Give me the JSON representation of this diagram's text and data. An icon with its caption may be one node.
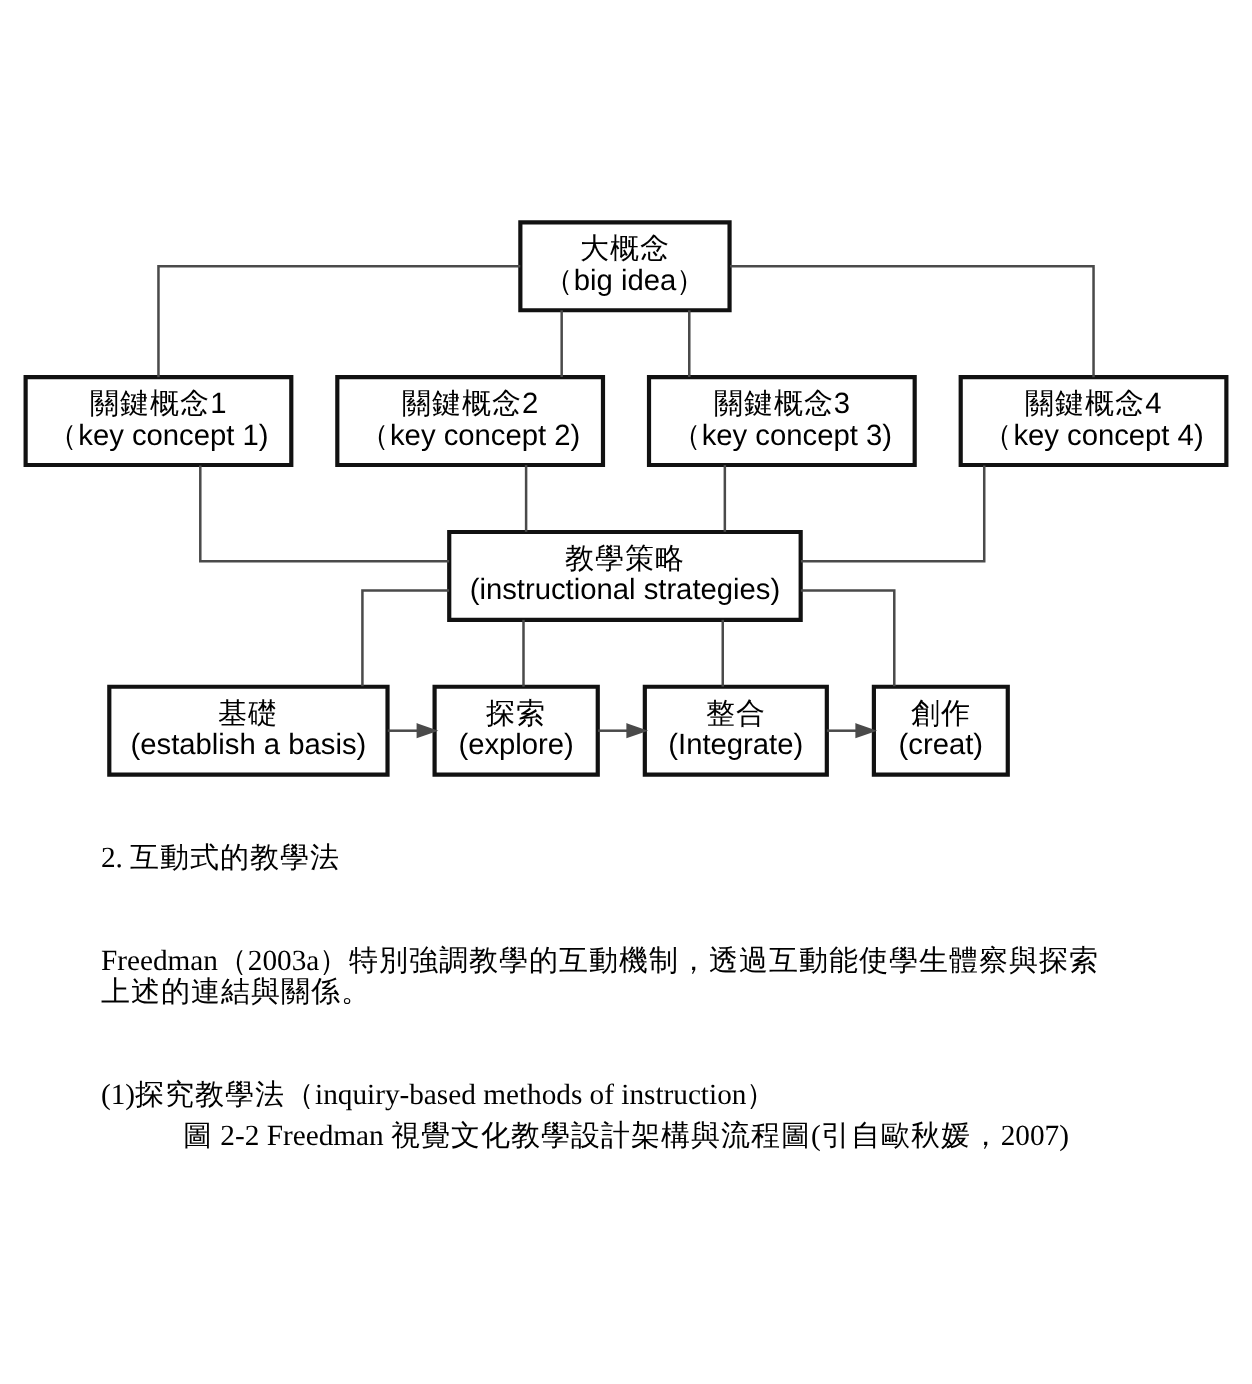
{
  "diagram": {
    "caption": "圖 2-2 Freedman 視覺文化教學設計架構與流程圖(引自歐秋媛，2007)",
    "nodes": [
      {
        "text": [
          "大概念",
          "（big idea）"
        ]
      },
      {
        "text": [
          "關鍵概念1",
          "（key concept 1)"
        ]
      },
      {
        "text": [
          "關鍵概念2",
          "（key concept 2)"
        ]
      },
      {
        "text": [
          "關鍵概念3",
          "（key concept 3)"
        ]
      },
      {
        "text": [
          "關鍵概念4",
          "（key concept 4)"
        ]
      },
      {
        "text": [
          "教學策略",
          "(instructional strategies)"
        ]
      },
      {
        "text": [
          "基礎",
          "(establish a basis)"
        ]
      },
      {
        "text": [
          "探索",
          "(explore)"
        ]
      },
      {
        "text": [
          "整合",
          "(Integrate)"
        ]
      },
      {
        "text": [
          "創作",
          "(creat)"
        ]
      }
    ],
    "edges": [
      {
        "from": 0,
        "to": 1,
        "arrow": "none"
      },
      {
        "from": 0,
        "to": 2,
        "arrow": "none"
      },
      {
        "from": 0,
        "to": 3,
        "arrow": "none"
      },
      {
        "from": 0,
        "to": 4,
        "arrow": "none"
      },
      {
        "from": 1,
        "to": 5,
        "arrow": "none"
      },
      {
        "from": 2,
        "to": 5,
        "arrow": "none"
      },
      {
        "from": 3,
        "to": 5,
        "arrow": "none"
      },
      {
        "from": 4,
        "to": 5,
        "arrow": "none"
      },
      {
        "from": 5,
        "to": 6,
        "arrow": "none"
      },
      {
        "from": 5,
        "to": 7,
        "arrow": "none"
      },
      {
        "from": 5,
        "to": 8,
        "arrow": "none"
      },
      {
        "from": 5,
        "to": 9,
        "arrow": "none"
      },
      {
        "from": 6,
        "to": 7,
        "arrow": "to"
      },
      {
        "from": 7,
        "to": 8,
        "arrow": "to"
      },
      {
        "from": 8,
        "to": 9,
        "arrow": "to"
      }
    ],
    "labels": [
      "2. 互動式的教學法",
      "Freedman（2003a）特別強調教學的互動機制，透過互動能使學生體察與探索上述的連結與關係。",
      "(1)探究教學法（inquiry-based methods of instruction）"
    ]
  }
}
